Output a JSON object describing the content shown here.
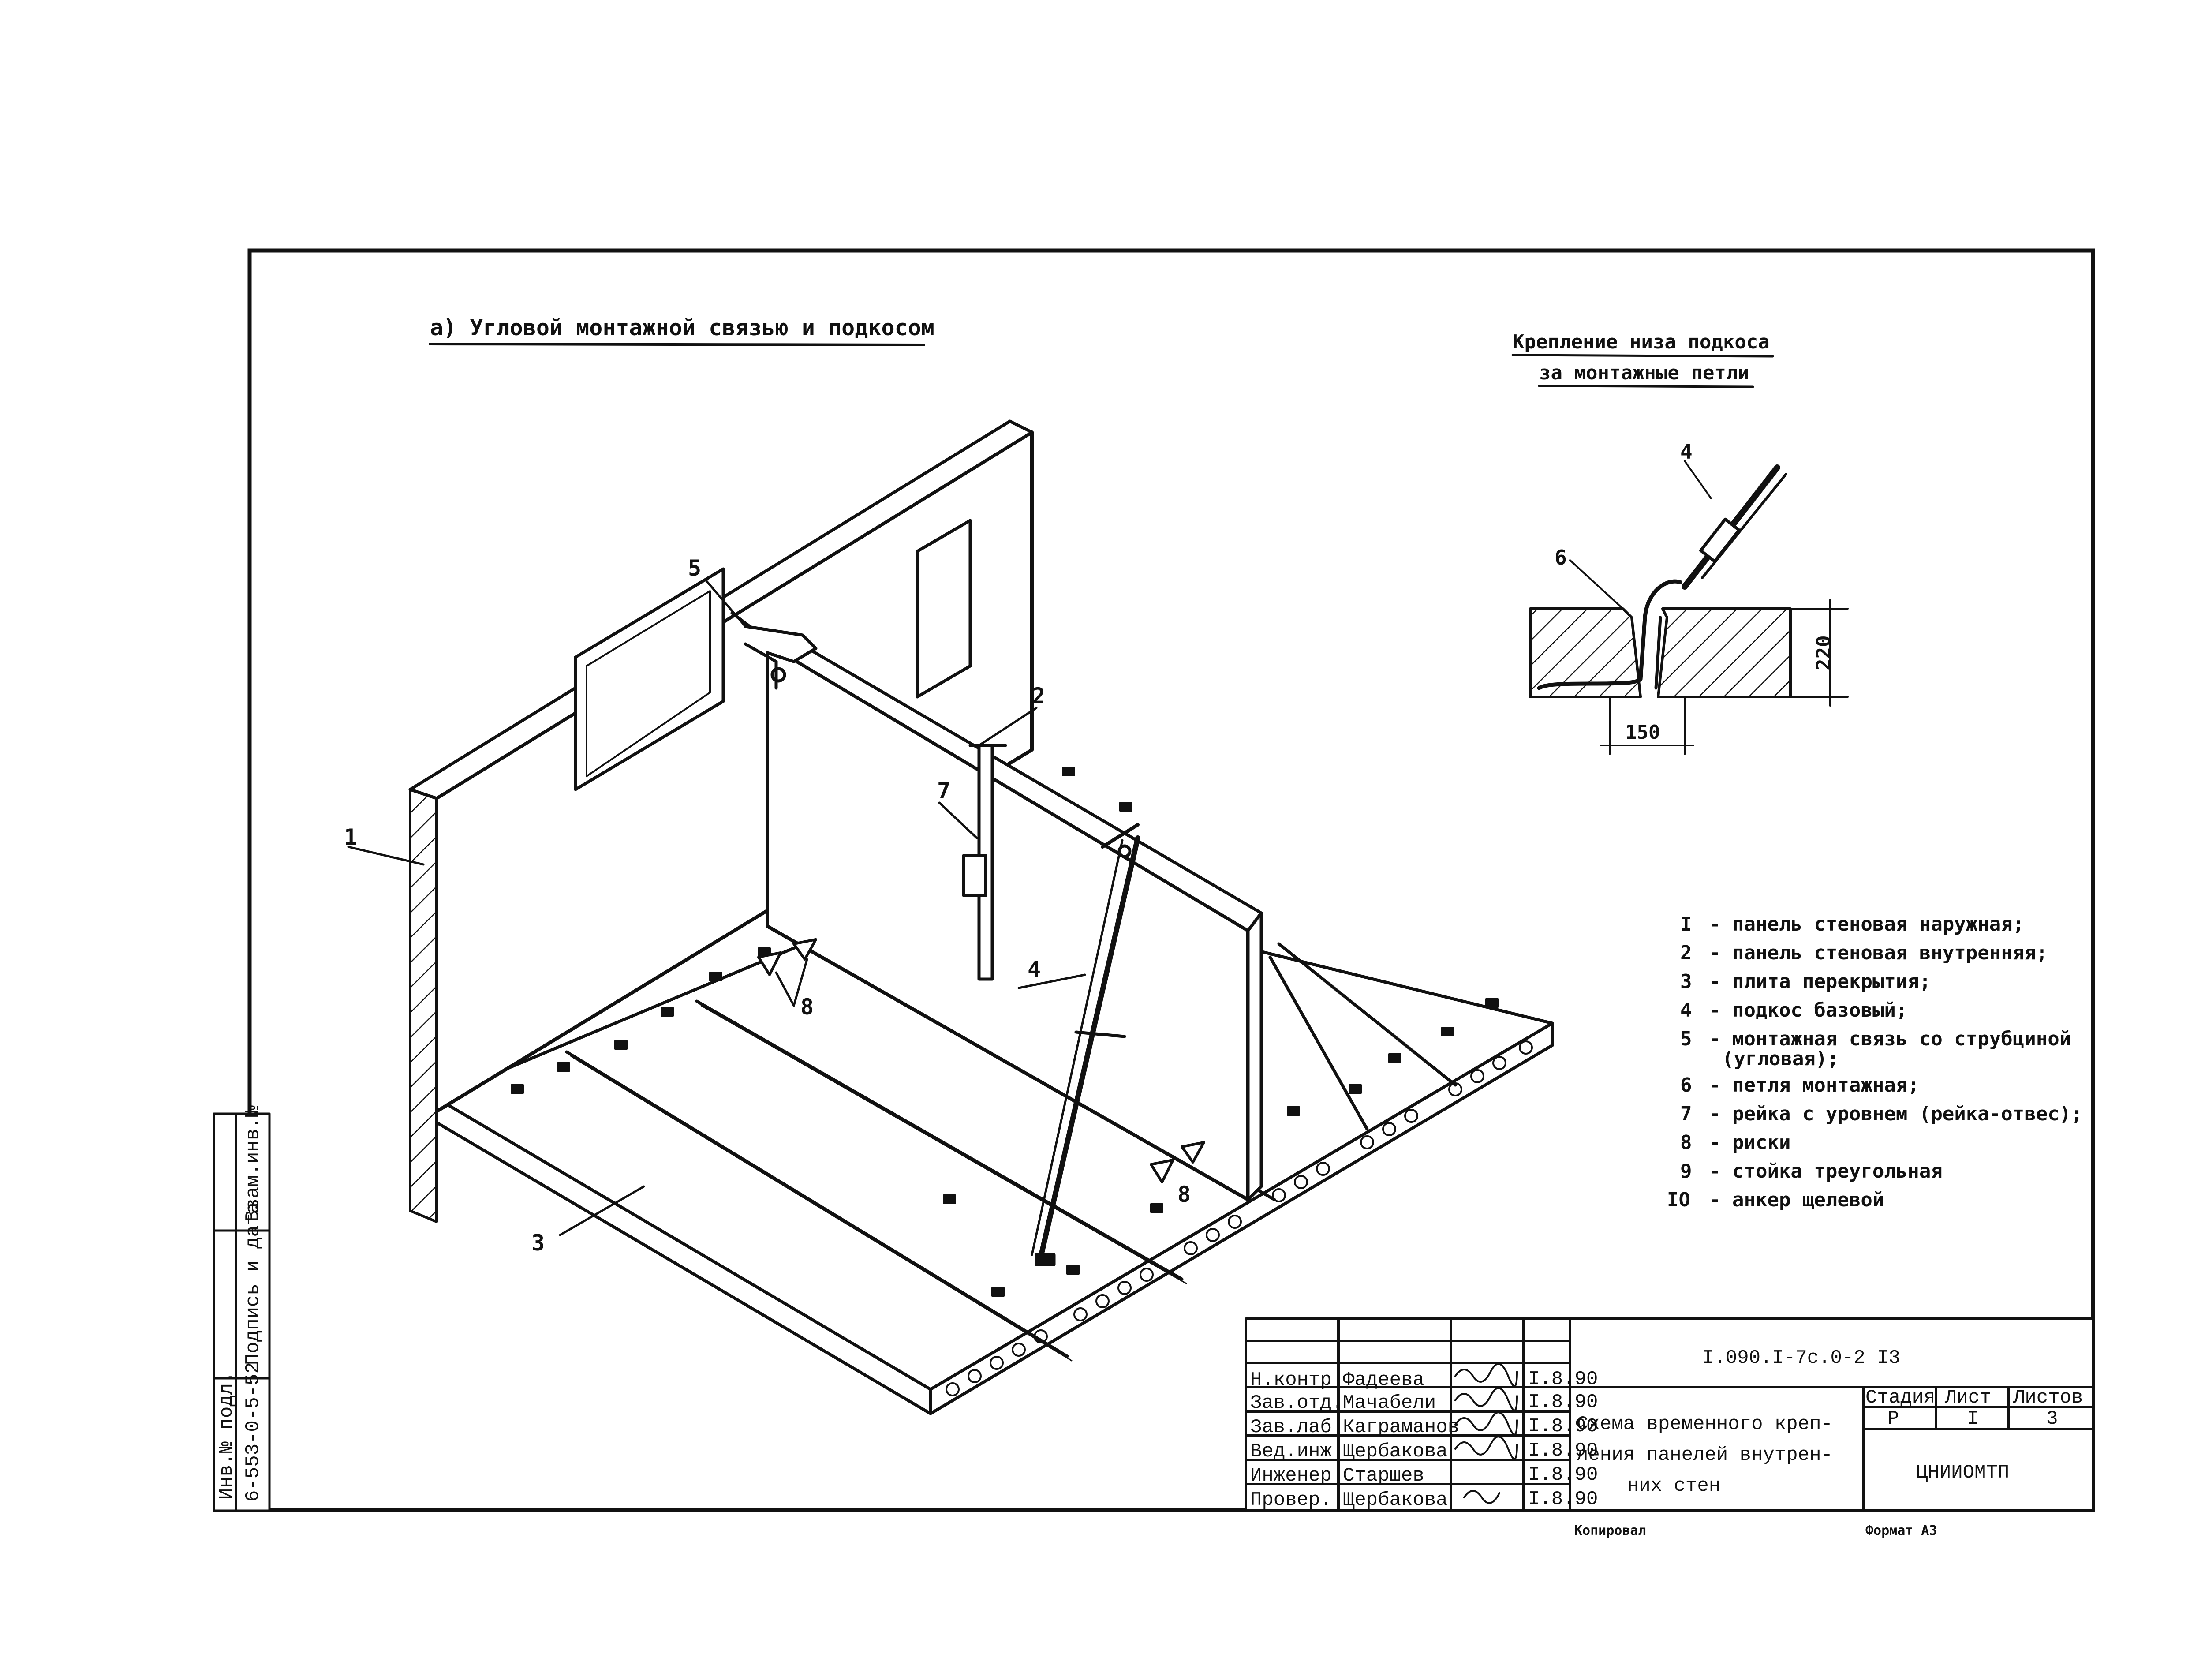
{
  "main_title": "а) Угловой монтажной связью и подкосом",
  "detail_title_line1": "Крепление низа подкоса",
  "detail_title_line2": "за монтажные петли",
  "detail_dims": {
    "height": "220",
    "width": "150"
  },
  "callouts": [
    "1",
    "2",
    "3",
    "4",
    "5",
    "6",
    "7",
    "8"
  ],
  "legend": [
    {
      "num": "I",
      "text": "- панель стеновая наружная;"
    },
    {
      "num": "2",
      "text": "- панель стеновая внутренняя;"
    },
    {
      "num": "3",
      "text": "- плита перекрытия;"
    },
    {
      "num": "4",
      "text": "- подкос базовый;"
    },
    {
      "num": "5",
      "text": "- монтажная связь со струбциной"
    },
    {
      "num": "",
      "text": "(угловая);"
    },
    {
      "num": "6",
      "text": "- петля монтажная;"
    },
    {
      "num": "7",
      "text": "- рейка с уровнем (рейка-отвес);"
    },
    {
      "num": "8",
      "text": "- риски"
    },
    {
      "num": "9",
      "text": "- стойка треугольная"
    },
    {
      "num": "IO",
      "text": "- анкер щелевой"
    }
  ],
  "side_stamp": [
    "Взам.инв.№",
    "Подпись и дата",
    "Инв.№ подл.",
    "6-553-0-5-52"
  ],
  "title_block": {
    "doc_code": "I.090.I-7с.0-2 I3",
    "rows": [
      {
        "role": "Н.контр",
        "name": "Фадеева",
        "date": "I.8.90"
      },
      {
        "role": "Зав.отд.",
        "name": "Мачабели",
        "date": "I.8.90"
      },
      {
        "role": "Зав.лаб",
        "name": "Каграманов",
        "date": "I.8.90"
      },
      {
        "role": "Вед.инж",
        "name": "Щербакова",
        "date": "I.8.90"
      },
      {
        "role": "Инженер",
        "name": "Старшев",
        "date": "I.8.90"
      },
      {
        "role": "Провер.",
        "name": "Щербакова",
        "date": "I.8.90"
      }
    ],
    "title_line1": "Схема временного креп-",
    "title_line2": "ления панелей внутрен-",
    "title_line3": "них стен",
    "stage_label": "Стадия",
    "sheet_label": "Лист",
    "sheets_label": "Листов",
    "stage_value": "Р",
    "sheet_value": "I",
    "sheets_value": "3",
    "organization": "ЦНИИОМТП"
  },
  "footer": {
    "copied": "Копировал",
    "format": "Формат А3"
  }
}
